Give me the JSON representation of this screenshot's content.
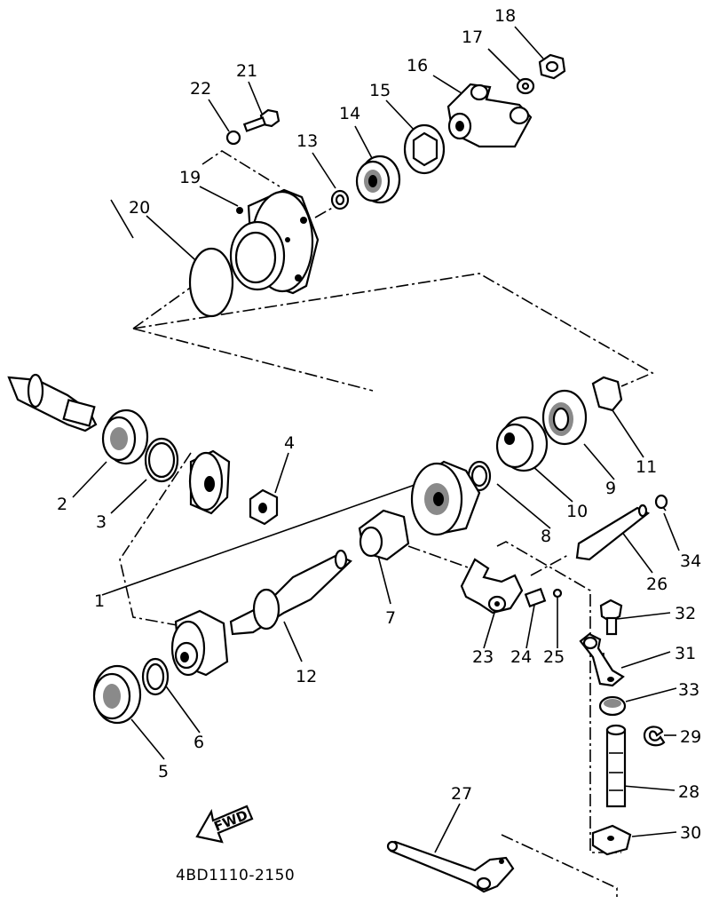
{
  "figure_code": "4BD1110-2150",
  "direction_arrow": "FWD",
  "callouts": {
    "p1": "1",
    "p2": "2",
    "p3": "3",
    "p4": "4",
    "p5": "5",
    "p6": "6",
    "p7": "7",
    "p8": "8",
    "p9": "9",
    "p10": "10",
    "p11": "11",
    "p12": "12",
    "p13": "13",
    "p14": "14",
    "p15": "15",
    "p16": "16",
    "p17": "17",
    "p18": "18",
    "p19": "19",
    "p20": "20",
    "p21": "21",
    "p22": "22",
    "p23": "23",
    "p24": "24",
    "p25": "25",
    "p26": "26",
    "p27": "27",
    "p28": "28",
    "p29": "29",
    "p30": "30",
    "p31": "31",
    "p32": "32",
    "p33": "33",
    "p34": "34"
  }
}
